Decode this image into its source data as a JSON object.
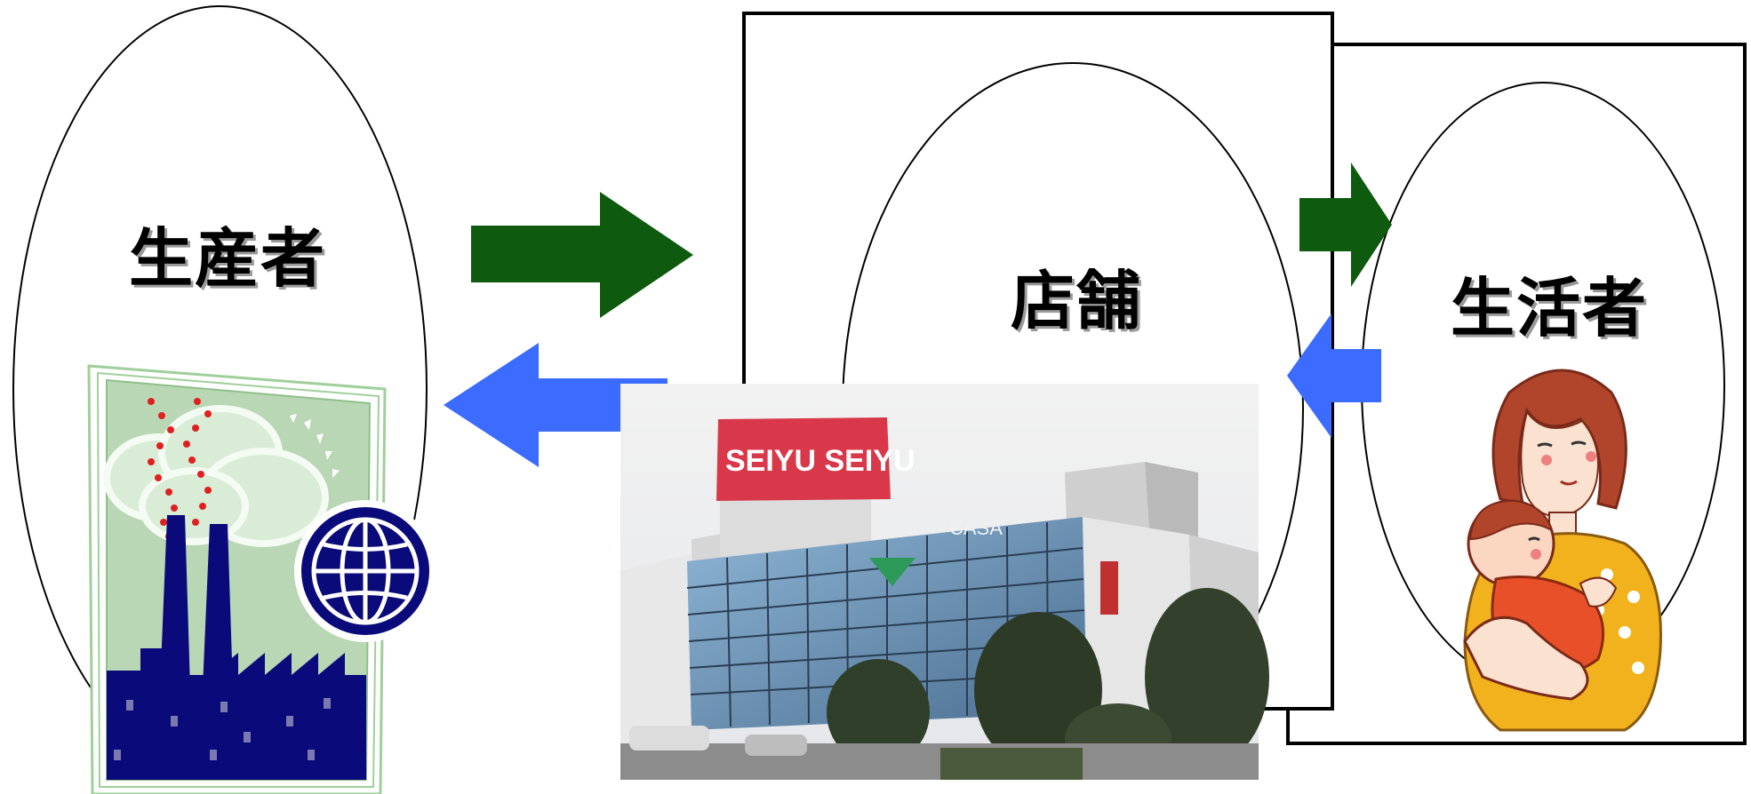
{
  "labels": {
    "producer": "生産者",
    "store": "店舗",
    "consumer": "生活者"
  },
  "store_photo": {
    "sign_text": "SEIYU SEIYU",
    "building_text": "CASA"
  },
  "colors": {
    "forward_arrow": "#0e5a0e",
    "feedback_arrow": "#3b6bff",
    "factory_blue": "#0a0a7a",
    "factory_bg": "#b9d7b4"
  },
  "icons": {
    "factory": "factory-icon",
    "globe": "globe-icon",
    "mother_child": "mother-child-illustration",
    "store_photo": "store-photo"
  }
}
